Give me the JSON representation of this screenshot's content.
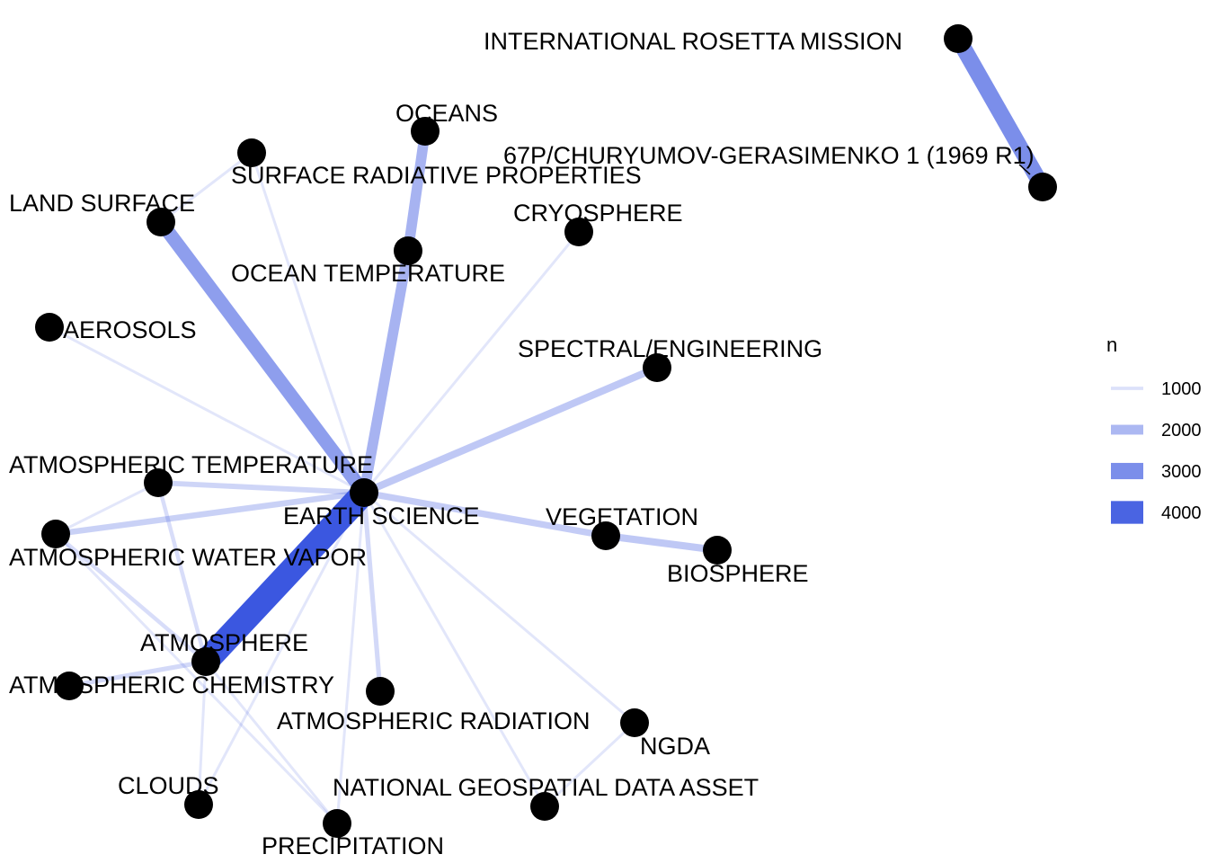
{
  "graph": {
    "edge_color": "#3b57e0",
    "node_color": "#000000",
    "nodes": [
      {
        "id": "rosetta",
        "label": "INTERNATIONAL ROSETTA MISSION"
      },
      {
        "id": "churyumov",
        "label": "67P/CHURYUMOV-GERASIMENKO 1 (1969 R1)"
      },
      {
        "id": "oceans",
        "label": "OCEANS"
      },
      {
        "id": "surfrad",
        "label": "SURFACE RADIATIVE PROPERTIES"
      },
      {
        "id": "landsurf",
        "label": "LAND SURFACE"
      },
      {
        "id": "cryo",
        "label": "CRYOSPHERE"
      },
      {
        "id": "oceantemp",
        "label": "OCEAN TEMPERATURE"
      },
      {
        "id": "aerosols",
        "label": "AEROSOLS"
      },
      {
        "id": "spectral",
        "label": "SPECTRAL/ENGINEERING"
      },
      {
        "id": "atmtemp",
        "label": "ATMOSPHERIC TEMPERATURE"
      },
      {
        "id": "earth",
        "label": "EARTH SCIENCE"
      },
      {
        "id": "vegetation",
        "label": "VEGETATION"
      },
      {
        "id": "biosphere",
        "label": "BIOSPHERE"
      },
      {
        "id": "atmwater",
        "label": "ATMOSPHERIC WATER VAPOR"
      },
      {
        "id": "atmosphere",
        "label": "ATMOSPHERE"
      },
      {
        "id": "atmchem",
        "label": "ATMOSPHERIC CHEMISTRY"
      },
      {
        "id": "atmrad",
        "label": "ATMOSPHERIC RADIATION"
      },
      {
        "id": "ngda",
        "label": "NGDA"
      },
      {
        "id": "clouds",
        "label": "CLOUDS"
      },
      {
        "id": "ngdaasset",
        "label": "NATIONAL GEOSPATIAL DATA ASSET"
      },
      {
        "id": "precip",
        "label": "PRECIPITATION"
      }
    ],
    "edges": [
      {
        "source": "earth",
        "target": "atmosphere",
        "n": 4300
      },
      {
        "source": "rosetta",
        "target": "churyumov",
        "n": 3000
      },
      {
        "source": "earth",
        "target": "landsurf",
        "n": 2600
      },
      {
        "source": "earth",
        "target": "oceantemp",
        "n": 2100
      },
      {
        "source": "oceantemp",
        "target": "oceans",
        "n": 2100
      },
      {
        "source": "earth",
        "target": "spectral",
        "n": 1600
      },
      {
        "source": "earth",
        "target": "vegetation",
        "n": 1500
      },
      {
        "source": "vegetation",
        "target": "biosphere",
        "n": 1600
      },
      {
        "source": "earth",
        "target": "atmwater",
        "n": 1400
      },
      {
        "source": "earth",
        "target": "atmtemp",
        "n": 1300
      },
      {
        "source": "earth",
        "target": "atmrad",
        "n": 1200
      },
      {
        "source": "atmosphere",
        "target": "atmchem",
        "n": 1200
      },
      {
        "source": "atmwater",
        "target": "atmosphere",
        "n": 1100
      },
      {
        "source": "atmtemp",
        "target": "atmosphere",
        "n": 1100
      },
      {
        "source": "earth",
        "target": "surfrad",
        "n": 900
      },
      {
        "source": "earth",
        "target": "cryo",
        "n": 900
      },
      {
        "source": "earth",
        "target": "aerosols",
        "n": 900
      },
      {
        "source": "earth",
        "target": "precip",
        "n": 900
      },
      {
        "source": "earth",
        "target": "clouds",
        "n": 900
      },
      {
        "source": "earth",
        "target": "ngda",
        "n": 900
      },
      {
        "source": "earth",
        "target": "ngdaasset",
        "n": 900
      },
      {
        "source": "atmosphere",
        "target": "clouds",
        "n": 900
      },
      {
        "source": "atmosphere",
        "target": "precip",
        "n": 900
      },
      {
        "source": "landsurf",
        "target": "surfrad",
        "n": 900
      },
      {
        "source": "atmtemp",
        "target": "atmwater",
        "n": 900
      },
      {
        "source": "atmwater",
        "target": "precip",
        "n": 900
      },
      {
        "source": "ngdaasset",
        "target": "ngda",
        "n": 900
      }
    ]
  },
  "legend": {
    "title": "n",
    "items": [
      {
        "label": "1000",
        "n": 1000
      },
      {
        "label": "2000",
        "n": 2000
      },
      {
        "label": "3000",
        "n": 3000
      },
      {
        "label": "4000",
        "n": 4000
      }
    ]
  }
}
